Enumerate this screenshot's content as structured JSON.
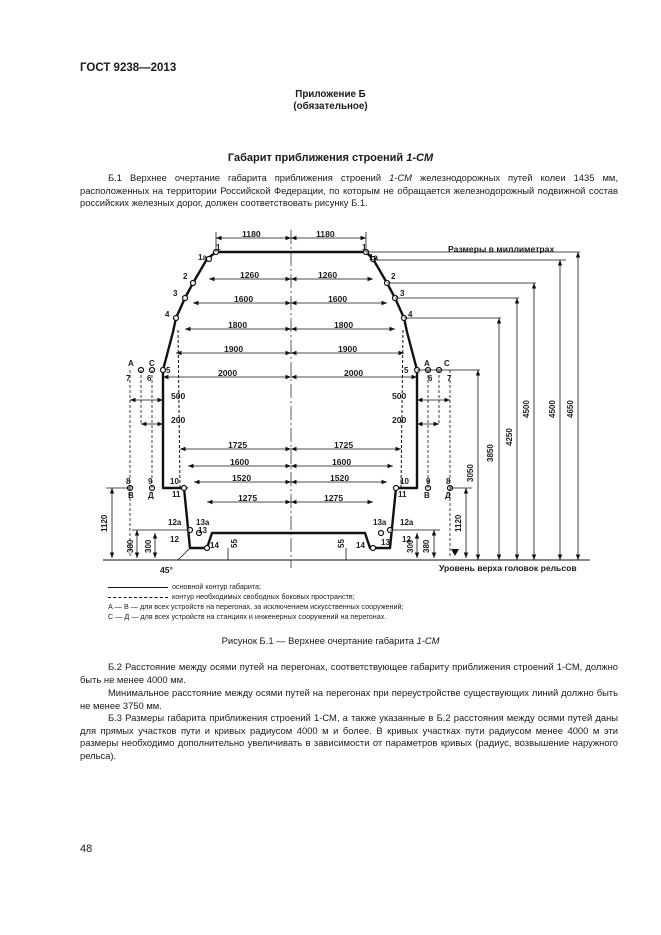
{
  "header": {
    "standard": "ГОСТ 9238—2013",
    "page_number": "48"
  },
  "appendix": {
    "title": "Приложение Б",
    "status": "(обязательное)"
  },
  "section_title": {
    "text": "Габарит приближения строений ",
    "italic": "1-СМ"
  },
  "para_b1": {
    "a": "Б.1 Верхнее очертание габарита приближения строений ",
    "b": "1-СМ",
    "c": " железнодорожных путей колеи 1435 мм, расположенных на территории Российской Федерации, по которым не обращается железнодорожный подвижной состав российских железных дорог, должен соответствовать рисунку Б.1."
  },
  "figure": {
    "units_note": "Размеры в миллиметрах",
    "rail_level": "Уровень верха головок рельсов",
    "angle": "45°",
    "widths": [
      "1180",
      "1260",
      "1600",
      "1800",
      "1900",
      "2000"
    ],
    "lower_widths": [
      "1725",
      "1600",
      "1520",
      "1275"
    ],
    "small_dims": [
      "500",
      "200"
    ],
    "heights": [
      "3050",
      "3850",
      "4250",
      "4500",
      "4650"
    ],
    "left_heights": [
      "1120",
      "380",
      "300",
      "55"
    ],
    "points": [
      "1",
      "1а",
      "2",
      "3",
      "4",
      "5",
      "6",
      "7",
      "8",
      "9",
      "10",
      "11",
      "12",
      "12а",
      "13",
      "13а",
      "14"
    ],
    "letters": [
      "А",
      "В",
      "С",
      "Д"
    ]
  },
  "legend": {
    "line1": "основной контур габарита;",
    "line2": "контур необходимых свободных боковых пространств;",
    "line3": "А — В — для всех устройств на перегонах, за исключением искусственных сооружений;",
    "line4": "С — Д — для всех устройств на станциях и инженерных сооружений на перегонах."
  },
  "caption": {
    "a": "Рисунок Б.1 — Верхнее очертание габарита ",
    "b": "1-СМ"
  },
  "para_b2": "Б.2 Расстояние между осями путей на перегонах, соответствующее габариту приближения строений 1-СМ, должно быть не менее 4000 мм.",
  "para_b2b": "Минимальное расстояние между осями путей на перегонах при переустройстве существующих линий должно быть не менее 3750 мм.",
  "para_b3": "Б.3 Размеры габарита приближения строений 1-СМ, а также указанные в Б.2 расстояния между осями путей даны для прямых участков пути и кривых радиусом 4000 м и более. В кривых участках пути радиусом менее 4000 м эти размеры необходимо дополнительно увеличивать в зависимости от параметров кривых (радиус, возвышение наружного рельса)."
}
